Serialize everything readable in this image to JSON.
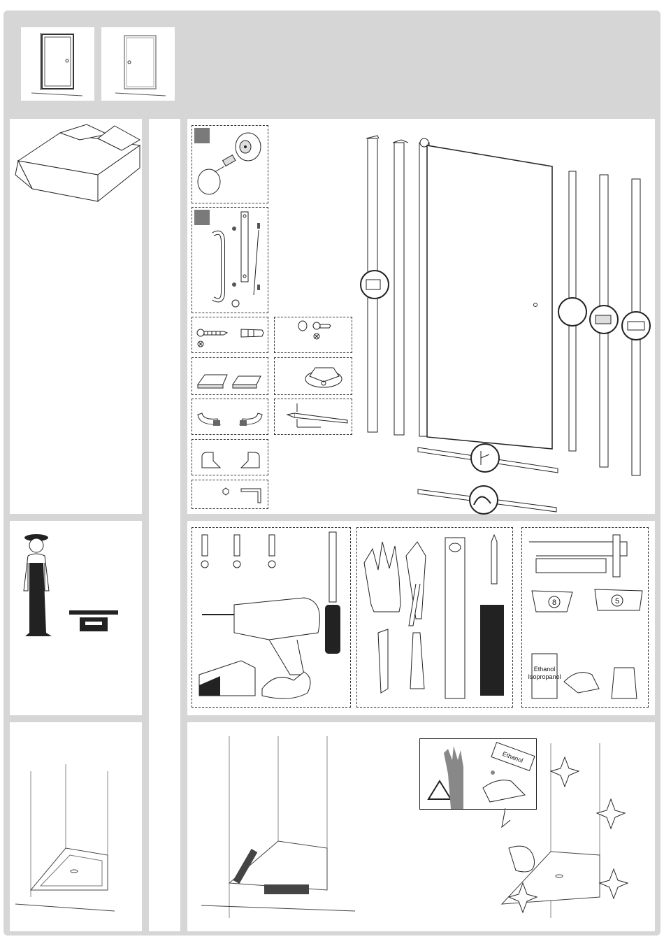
{
  "door_types": [
    "framed-door",
    "frameless-door"
  ],
  "parts": {
    "marker_colors": "#7a7a7a"
  },
  "tools": {
    "spacer_a": "8",
    "spacer_b": "5",
    "bottle_line1": "Ethanol",
    "bottle_line2": "Isopropanol"
  },
  "cleaning": {
    "bottle_text": "Ethanol"
  }
}
